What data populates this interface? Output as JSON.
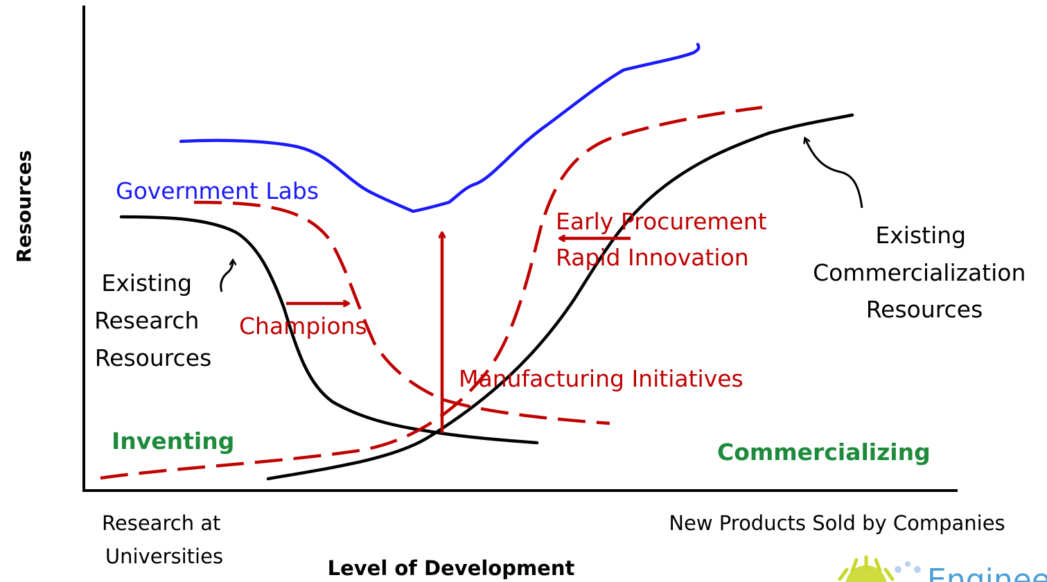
{
  "axes": {
    "y_label": "Resources",
    "x_label": "Level of Development",
    "x_start_label": [
      "Research at",
      "Universities"
    ],
    "x_end_label": "New Products Sold by Companies"
  },
  "curves": {
    "government_labs": "Government Labs",
    "existing_research": [
      "Existing",
      "Research",
      "Resources"
    ],
    "existing_commercialization": [
      "Existing",
      "Commercialization",
      "Resources"
    ]
  },
  "annotations": {
    "champions": "Champions",
    "early_procurement": [
      "Early Procurement",
      "Rapid Innovation"
    ],
    "manufacturing": "Manufacturing Initiatives"
  },
  "phases": {
    "inventing": "Inventing",
    "commercializing": "Commercializing"
  },
  "colors": {
    "black": "#000000",
    "blue": "#1a1aff",
    "red": "#c00000",
    "green": "#1e8a3c"
  },
  "logo": {
    "icon": "sun-people-logo-icon",
    "text": "Engineers"
  }
}
